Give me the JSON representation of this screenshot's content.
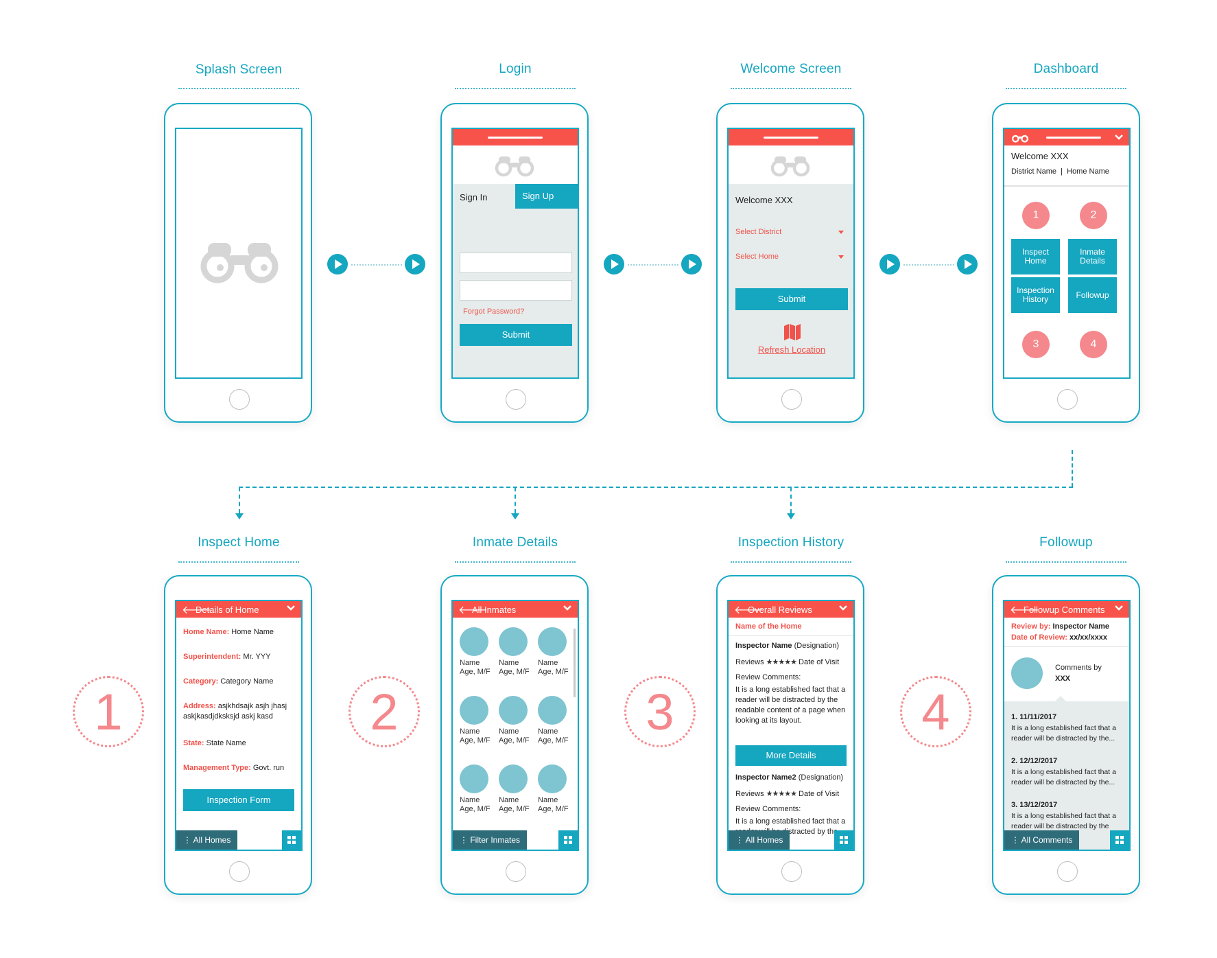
{
  "titles": {
    "splash": "Splash Screen",
    "login": "Login",
    "welcome": "Welcome Screen",
    "dashboard": "Dashboard",
    "inspect_home": "Inspect Home",
    "inmate_details": "Inmate Details",
    "inspection_history": "Inspection History",
    "followup": "Followup"
  },
  "login": {
    "sign_in": "Sign In",
    "sign_up": "Sign Up",
    "forgot": "Forgot Password?",
    "submit": "Submit"
  },
  "welcome": {
    "greeting": "Welcome XXX",
    "select_district": "Select  District",
    "select_home": "Select  Home",
    "submit": "Submit",
    "refresh": "Refresh Location"
  },
  "dashboard": {
    "greeting": "Welcome XXX",
    "district": "District Name",
    "sep": "|",
    "home": "Home Name",
    "n1": "1",
    "n2": "2",
    "n3": "3",
    "n4": "4",
    "tile_inspect": "Inspect Home",
    "tile_inmate": "Inmate Details",
    "tile_history": "Inspection History",
    "tile_followup": "Followup"
  },
  "inspect": {
    "header": "Details of Home",
    "home_name_k": "Home Name:",
    "home_name_v": " Home Name",
    "supt_k": "Superintendent:",
    "supt_v": " Mr. YYY",
    "cat_k": "Category:",
    "cat_v": " Category Name",
    "addr_k": "Address:",
    "addr_v": " asjkhdsajk asjh jhasj askjkasdjdksksjd askj kasd",
    "state_k": "State:",
    "state_v": " State Name",
    "mgmt_k": "Management Type:",
    "mgmt_v": " Govt. run",
    "form_btn": "Inspection Form",
    "all_homes": "⋮ All Homes",
    "big_num": "1"
  },
  "inmates": {
    "header": "All Inmates",
    "name": "Name",
    "age": "Age, M/F",
    "filter": "⋮ Filter Inmates",
    "big_num": "2"
  },
  "history": {
    "header": "Overall Reviews",
    "home_name": "Name of the Home",
    "insp1": "Inspector Name",
    "insp2": "Inspector Name2",
    "designation": " (Designation)",
    "reviews": "Reviews",
    "stars": "★★★★★",
    "date_visit": "Date of Visit",
    "comments_label": "Review Comments:",
    "comment": "It is a long established fact that a reader will be distracted by the readable content of a page when looking at its layout.",
    "comment_short": "It is a long established fact that a reader will be distracted by the",
    "more": "More Details",
    "all_homes": "⋮ All Homes",
    "big_num": "3"
  },
  "followup": {
    "header": "Followup Comments",
    "review_by_k": "Review by:",
    "review_by_v": " Inspector Name",
    "date_k": "Date of Review:",
    "date_v": " xx/xx/xxxx",
    "comments_by": "Comments by",
    "xxx": "XXX",
    "d1": "1. 11/11/2017",
    "d2": "2. 12/12/2017",
    "d3": "3. 13/12/2017",
    "body": "It is a long established fact that a reader will be distracted by the...",
    "body3": "It is a long established fact that a reader will be distracted by the",
    "all_comments": "⋮ All Comments",
    "big_num": "4"
  },
  "colors": {
    "teal": "#15a6c0",
    "red": "#f8534b",
    "pink": "#f4888c",
    "dark_teal": "#2f6c7a",
    "gray": "#e6ecec"
  },
  "icons": [
    "binoculars-icon",
    "play-icon",
    "map-icon",
    "chevron-down-icon",
    "back-arrow-icon",
    "grid-icon",
    "more-vert-icon",
    "star-icon"
  ]
}
